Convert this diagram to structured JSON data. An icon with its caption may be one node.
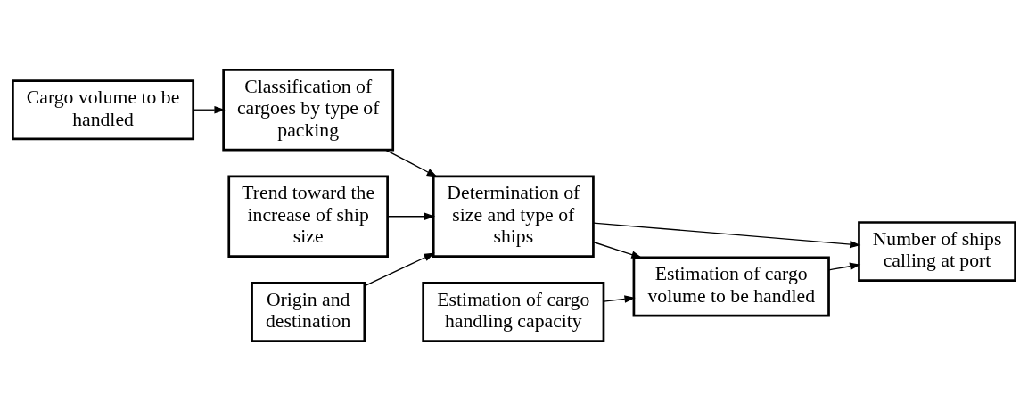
{
  "diagram": {
    "nodes": [
      {
        "text": [
          "Cargo volume to be handled"
        ]
      },
      {
        "text": [
          "Classification of cargoes by type of packing"
        ]
      },
      {
        "text": [
          "Trend toward the increase of ship size"
        ]
      },
      {
        "text": [
          "Origin and destination"
        ]
      },
      {
        "text": [
          "Determination of size and type of ships"
        ]
      },
      {
        "text": [
          "Number of ships calling at port"
        ]
      },
      {
        "text": [
          "Estimation of cargo volume to be handled"
        ]
      },
      {
        "text": [
          "Estimation of cargo handling capacity"
        ]
      }
    ],
    "edges": [
      {
        "from": 0,
        "to": 1,
        "arrow": "to"
      },
      {
        "from": 1,
        "to": 4,
        "arrow": "to"
      },
      {
        "from": 2,
        "to": 4,
        "arrow": "to"
      },
      {
        "from": 3,
        "to": 4,
        "arrow": "to"
      },
      {
        "from": 4,
        "to": 6,
        "arrow": "to"
      },
      {
        "from": 7,
        "to": 6,
        "arrow": "to"
      },
      {
        "from": 4,
        "to": 5,
        "arrow": "to"
      },
      {
        "from": 6,
        "to": 5,
        "arrow": "to"
      }
    ]
  }
}
